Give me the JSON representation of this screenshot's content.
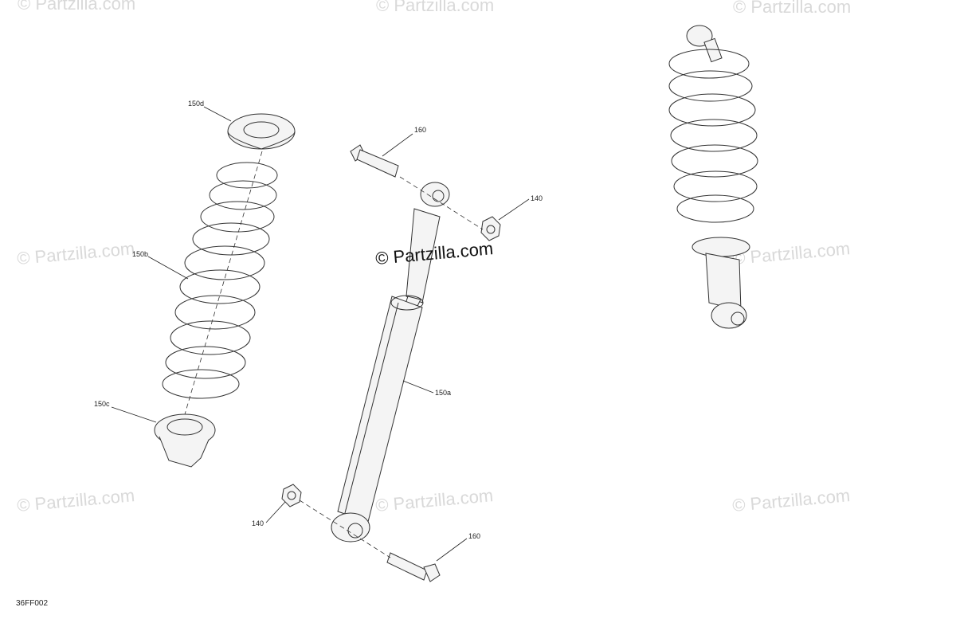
{
  "diagram_ref": "36FF002",
  "watermark": "© Partzilla.com",
  "center_watermark": "© Partzilla.com",
  "callouts": {
    "spring_seat_upper": "150d",
    "bolt_top": "160",
    "nut_top": "140",
    "spring": "150b",
    "shock_body": "150a",
    "spring_seat_lower": "150c",
    "nut_bottom": "140",
    "bolt_bottom": "160"
  }
}
